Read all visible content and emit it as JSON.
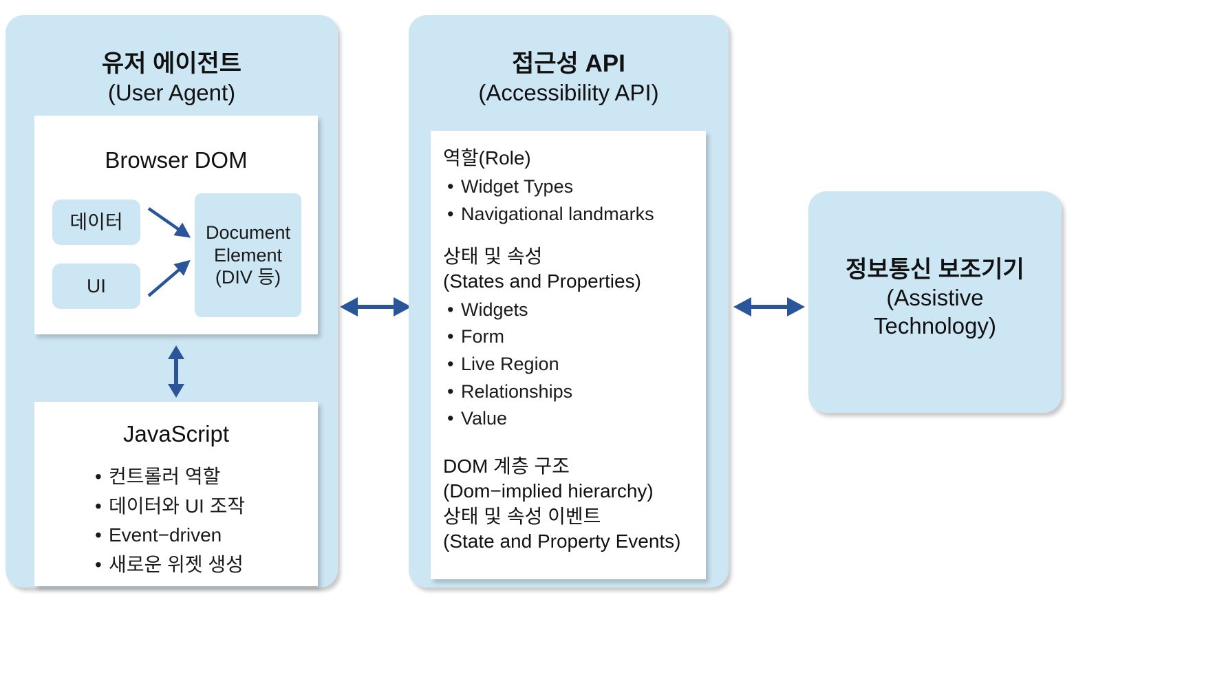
{
  "diagram": {
    "colors": {
      "panel_fill": "#cde6f4",
      "box_fill": "#ffffff",
      "arrow": "#2a5699",
      "text": "#1a1a1a"
    }
  },
  "user_agent_panel": {
    "title_ko": "유저 에이전트",
    "title_en": "(User Agent)",
    "browser_dom": {
      "heading": "Browser DOM",
      "data_chip": "데이터",
      "ui_chip": "UI",
      "document_element_line1": "Document",
      "document_element_line2": "Element",
      "document_element_line3": "(DIV 등)"
    },
    "javascript": {
      "heading": "JavaScript",
      "items": [
        "컨트롤러 역할",
        "데이터와 UI 조작",
        "Event−driven",
        "새로운 위젯 생성"
      ]
    }
  },
  "accessibility_api_panel": {
    "title_ko": "접근성 API",
    "title_en": "(Accessibility API)",
    "groups": [
      {
        "heading": "역할(Role)",
        "heading_line2": "",
        "items": [
          "Widget Types",
          "Navigational landmarks"
        ]
      },
      {
        "heading": "상태 및 속성",
        "heading_line2": "(States and Properties)",
        "items": [
          "Widgets",
          "Form",
          "Live Region",
          "Relationships",
          "Value"
        ]
      },
      {
        "heading": "DOM 계층 구조",
        "heading_line2": "(Dom−implied hierarchy)",
        "heading_line3": "상태 및 속성 이벤트",
        "heading_line4": "(State and Property Events)",
        "items": []
      }
    ]
  },
  "assistive_tech_panel": {
    "title_ko": "정보통신 보조기기",
    "title_en_line1": "(Assistive",
    "title_en_line2": "Technology)"
  },
  "connectors": {
    "ua_to_api": "bidirectional-arrow",
    "api_to_at": "bidirectional-arrow",
    "dom_to_js": "bidirectional-vertical-arrow",
    "data_to_document": "arrow",
    "ui_to_document": "arrow"
  }
}
